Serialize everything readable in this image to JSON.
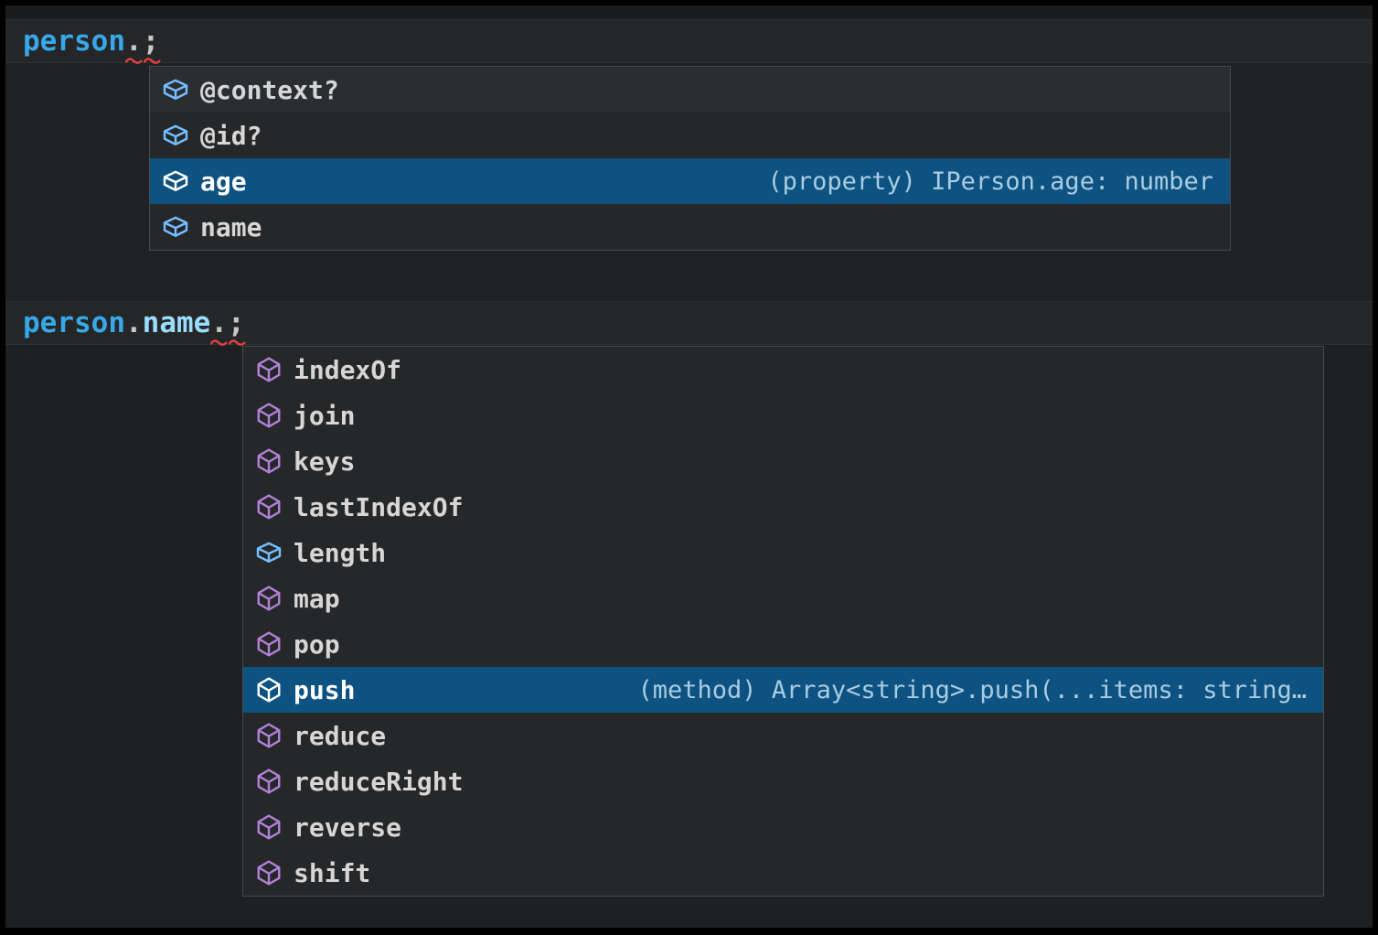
{
  "colors": {
    "editor_background": "#1F2123",
    "code_band_background": "#242628",
    "suggest_background": "#252729",
    "suggest_border": "#464B4E",
    "selection_background": "#0D5280",
    "hover_background": "#2B2E30",
    "variable_blue": "#38A8E8",
    "property_blue": "#9CDCFE",
    "punctuation_gray": "#C6C6C6",
    "item_text": "#D6D6D6",
    "detail_text_selected": "#A9CCE3",
    "field_icon_blue": "#75BEFF",
    "method_icon_purple": "#B180D7",
    "selected_icon_white": "#FFFFFF",
    "error_squiggle_red": "#E84040"
  },
  "code_lines": [
    {
      "tokens": [
        {
          "text": "person"
        },
        {
          "text": "."
        },
        {
          "text": ";"
        }
      ]
    },
    {
      "tokens": [
        {
          "text": "person"
        },
        {
          "text": "."
        },
        {
          "text": "name"
        },
        {
          "text": "."
        },
        {
          "text": ";"
        }
      ]
    }
  ],
  "suggest_popups": [
    {
      "items": [
        {
          "label": "@context?",
          "icon": "symbol-field-icon",
          "selected": false,
          "detail": ""
        },
        {
          "label": "@id?",
          "icon": "symbol-field-icon",
          "selected": false,
          "detail": ""
        },
        {
          "label": "age",
          "icon": "symbol-field-icon",
          "selected": true,
          "detail": "(property) IPerson.age: number"
        },
        {
          "label": "name",
          "icon": "symbol-field-icon",
          "selected": false,
          "detail": ""
        }
      ]
    },
    {
      "items": [
        {
          "label": "indexOf",
          "icon": "symbol-method-icon",
          "selected": false,
          "detail": ""
        },
        {
          "label": "join",
          "icon": "symbol-method-icon",
          "selected": false,
          "detail": ""
        },
        {
          "label": "keys",
          "icon": "symbol-method-icon",
          "selected": false,
          "detail": ""
        },
        {
          "label": "lastIndexOf",
          "icon": "symbol-method-icon",
          "selected": false,
          "detail": ""
        },
        {
          "label": "length",
          "icon": "symbol-field-icon",
          "selected": false,
          "detail": ""
        },
        {
          "label": "map",
          "icon": "symbol-method-icon",
          "selected": false,
          "detail": ""
        },
        {
          "label": "pop",
          "icon": "symbol-method-icon",
          "selected": false,
          "detail": ""
        },
        {
          "label": "push",
          "icon": "symbol-method-icon",
          "selected": true,
          "detail": "(method) Array<string>.push(...items: string…"
        },
        {
          "label": "reduce",
          "icon": "symbol-method-icon",
          "selected": false,
          "detail": ""
        },
        {
          "label": "reduceRight",
          "icon": "symbol-method-icon",
          "selected": false,
          "detail": ""
        },
        {
          "label": "reverse",
          "icon": "symbol-method-icon",
          "selected": false,
          "detail": ""
        },
        {
          "label": "shift",
          "icon": "symbol-method-icon",
          "selected": false,
          "detail": ""
        }
      ]
    }
  ]
}
